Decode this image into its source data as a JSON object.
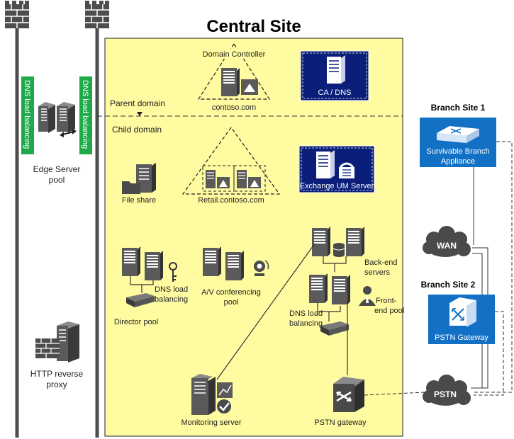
{
  "title": "Central Site",
  "domains": {
    "parent": "Parent domain",
    "child": "Child domain"
  },
  "edge": {
    "dns_left": "DNS load balancing",
    "dns_right": "DNS load balancing",
    "pool_line1": "Edge Server",
    "pool_line2": "pool"
  },
  "http_proxy": {
    "line1": "HTTP reverse",
    "line2": "proxy"
  },
  "central": {
    "domain_controller": "Domain Controller",
    "contoso": "contoso.com",
    "ca_dns": "CA / DNS",
    "file_share": "File share",
    "retail": "Retail.contoso.com",
    "exchange_um": "Exchange UM Server",
    "director_dns_line1": "DNS load",
    "director_dns_line2": "balancing",
    "director_pool": "Director pool",
    "av_line1": "A/V conferencing",
    "av_line2": "pool",
    "backend_line1": "Back-end",
    "backend_line2": "servers",
    "frontend_line1": "Front-",
    "frontend_line2": "end pool",
    "fe_dns_line1": "DNS load",
    "fe_dns_line2": "balancing",
    "monitoring": "Monitoring server",
    "pstn_gateway": "PSTN gateway"
  },
  "branch1": {
    "title": "Branch Site 1",
    "line1": "Survivable Branch",
    "line2": "Appliance"
  },
  "branch2": {
    "title": "Branch Site 2",
    "device": "PSTN Gateway"
  },
  "clouds": {
    "wan": "WAN",
    "pstn": "PSTN"
  },
  "colors": {
    "central_fill": "#fefba0",
    "green_label": "#1faa4a",
    "navy_box": "#0b1f7a",
    "branch_blue": "#1271c4",
    "server_gray": "#555555"
  }
}
